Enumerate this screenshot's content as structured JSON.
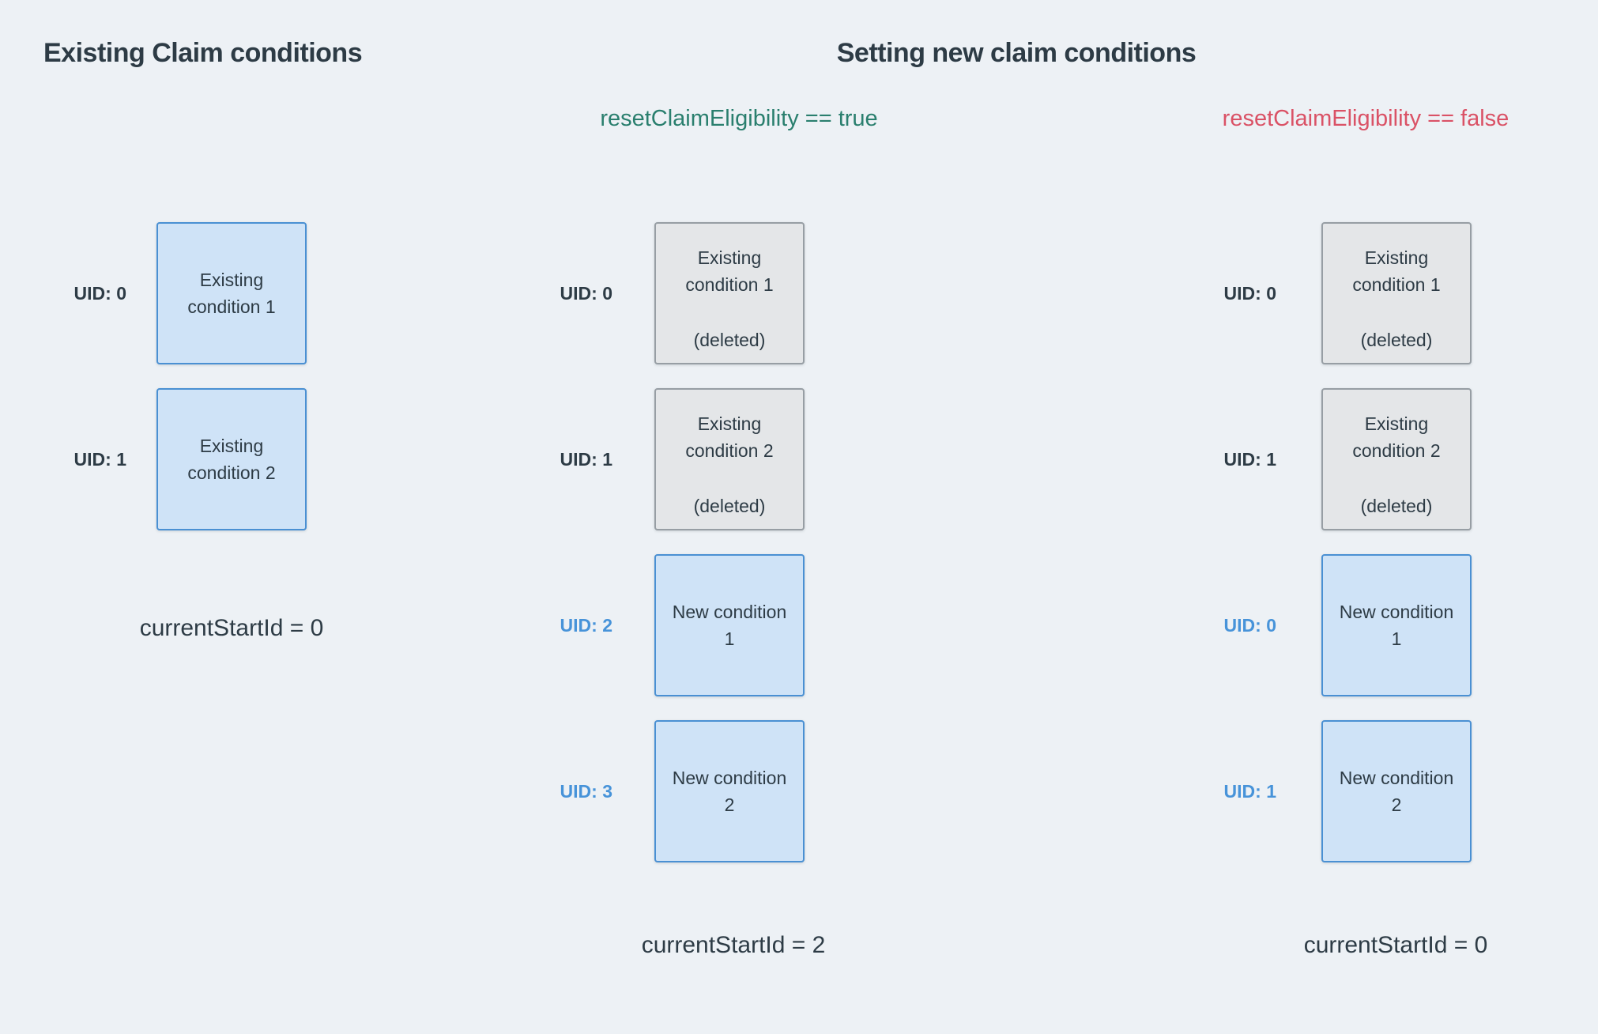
{
  "colors": {
    "background": "#edf1f5",
    "dark": "#2d3b45",
    "blue": "#4793d9",
    "green": "#2a7f6e",
    "red": "#da5266",
    "box_blue_fill": "#cfe3f7",
    "box_blue_border": "#4a90d3",
    "box_gray_fill": "#e4e6e8",
    "box_gray_border": "#979ea4"
  },
  "headers": {
    "left": "Existing Claim conditions",
    "right": "Setting new claim conditions"
  },
  "subheaders": {
    "true_case": "resetClaimEligibility == true",
    "false_case": "resetClaimEligibility == false"
  },
  "columns": [
    {
      "name": "existing-claim-conditions",
      "boxes": [
        {
          "uid": "UID: 0",
          "state": "existing",
          "lines": [
            "Existing",
            "condition 1"
          ]
        },
        {
          "uid": "UID: 1",
          "state": "existing",
          "lines": [
            "Existing",
            "condition 2"
          ]
        }
      ],
      "footer": "currentStartId = 0"
    },
    {
      "name": "reset-claim-eligibility-true",
      "boxes": [
        {
          "uid": "UID: 0",
          "state": "deleted",
          "lines": [
            "Existing",
            "condition 1"
          ],
          "deleted_label": "(deleted)"
        },
        {
          "uid": "UID: 1",
          "state": "deleted",
          "lines": [
            "Existing",
            "condition 2"
          ],
          "deleted_label": "(deleted)"
        },
        {
          "uid": "UID: 2",
          "state": "new",
          "lines": [
            "New condition",
            "1"
          ]
        },
        {
          "uid": "UID: 3",
          "state": "new",
          "lines": [
            "New condition",
            "2"
          ]
        }
      ],
      "footer": "currentStartId = 2"
    },
    {
      "name": "reset-claim-eligibility-false",
      "boxes": [
        {
          "uid": "UID: 0",
          "state": "deleted",
          "lines": [
            "Existing",
            "condition 1"
          ],
          "deleted_label": "(deleted)"
        },
        {
          "uid": "UID: 1",
          "state": "deleted",
          "lines": [
            "Existing",
            "condition 2"
          ],
          "deleted_label": "(deleted)"
        },
        {
          "uid": "UID: 0",
          "state": "new",
          "lines": [
            "New condition",
            "1"
          ]
        },
        {
          "uid": "UID: 1",
          "state": "new",
          "lines": [
            "New condition",
            "2"
          ]
        }
      ],
      "footer": "currentStartId = 0"
    }
  ]
}
